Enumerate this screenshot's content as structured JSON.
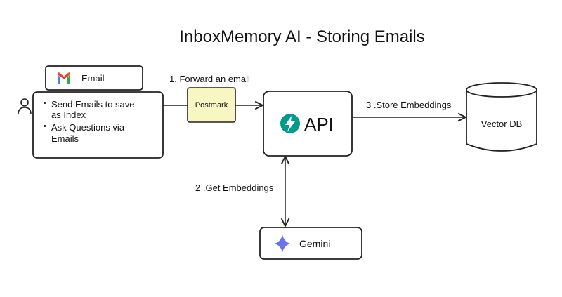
{
  "title": "InboxMemory AI - Storing Emails",
  "nodes": {
    "user": {
      "icon": "user-icon"
    },
    "email": {
      "label": "Email",
      "icon": "gmail-icon"
    },
    "tasks": {
      "bullet_symbol": "•",
      "items": [
        [
          "Send Emails to save",
          "as Index"
        ],
        [
          "Ask Questions via",
          "Emails"
        ]
      ]
    },
    "postmark": {
      "label": "Postmark",
      "fill": "#f8f6c2"
    },
    "api": {
      "label": "API",
      "icon": "fastapi-icon",
      "icon_color": "#05998b"
    },
    "vector_db": {
      "label": "Vector DB",
      "shape": "cylinder"
    },
    "gemini": {
      "label": "Gemini",
      "icon": "gemini-sparkle-icon"
    }
  },
  "edges": {
    "forward": {
      "label": "1. Forward an email"
    },
    "embeddings": {
      "label": "2 .Get Embeddings"
    },
    "store": {
      "label": "3 .Store Embeddings"
    }
  },
  "colors": {
    "gmail_red": "#ea4335",
    "gmail_blue": "#4285f4",
    "gmail_green": "#34a853",
    "gmail_yellow": "#fbbc04",
    "gemini_blue": "#4b7bec",
    "gemini_purple": "#8e6bf0"
  }
}
